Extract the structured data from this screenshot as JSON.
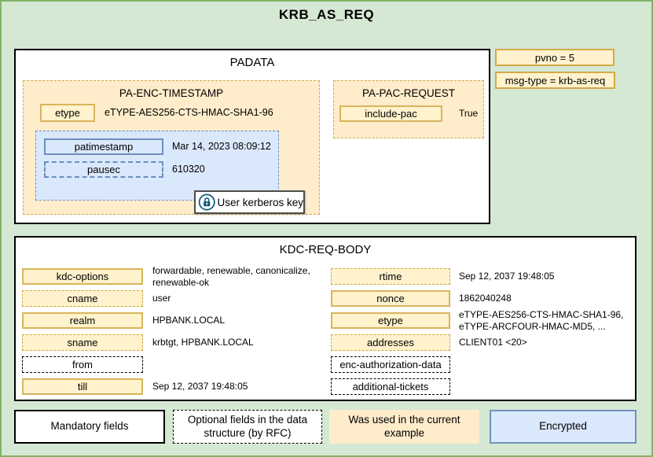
{
  "title": "KRB_AS_REQ",
  "colors": {
    "page_bg": "#d5e8d4",
    "page_border": "#82b366",
    "container_fill": "#ffeccb",
    "field_fill": "#fff2cc",
    "field_border": "#d6b656",
    "encrypted_fill": "#dae8fc",
    "encrypted_border": "#6c8ebf",
    "lock_icon": "#0b5876"
  },
  "header_fields": {
    "pvno": "pvno = 5",
    "msg_type": "msg-type = krb-as-req"
  },
  "padata": {
    "title": "PADATA",
    "pa_enc_timestamp": {
      "title": "PA-ENC-TIMESTAMP",
      "etype": {
        "label": "etype",
        "value": "eTYPE-AES256-CTS-HMAC-SHA1-96"
      },
      "encrypted": {
        "patimestamp": {
          "label": "patimestamp",
          "value": "Mar 14, 2023 08:09:12"
        },
        "pausec": {
          "label": "pausec",
          "value": "610320"
        },
        "key_badge": {
          "icon": "lock-icon",
          "label": "User kerberos key"
        }
      }
    },
    "pa_pac_request": {
      "title": "PA-PAC-REQUEST",
      "include_pac": {
        "label": "include-pac",
        "value": "True"
      }
    }
  },
  "kdc_req_body": {
    "title": "KDC-REQ-BODY",
    "left_fields": [
      {
        "label": "kdc-options",
        "value": "forwardable, renewable, canonicalize, renewable-ok"
      },
      {
        "label": "cname",
        "value": "user"
      },
      {
        "label": "realm",
        "value": "HPBANK.LOCAL"
      },
      {
        "label": "sname",
        "value": "krbtgt, HPBANK.LOCAL"
      },
      {
        "label": "from",
        "value": ""
      },
      {
        "label": "till",
        "value": "Sep 12, 2037 19:48:05"
      }
    ],
    "right_fields": [
      {
        "label": "rtime",
        "value": "Sep 12, 2037 19:48:05"
      },
      {
        "label": "nonce",
        "value": "1862040248"
      },
      {
        "label": "etype",
        "value": "eTYPE-AES256-CTS-HMAC-SHA1-96, eTYPE-ARCFOUR-HMAC-MD5, ..."
      },
      {
        "label": "addresses",
        "value": "CLIENT01 <20>"
      },
      {
        "label": "enc-authorization-data",
        "value": ""
      },
      {
        "label": "additional-tickets",
        "value": ""
      }
    ]
  },
  "legend": [
    {
      "label": "Mandatory fields"
    },
    {
      "label": "Optional fields in the data structure (by RFC)"
    },
    {
      "label": "Was used in the current example"
    },
    {
      "label": "Encrypted"
    }
  ]
}
